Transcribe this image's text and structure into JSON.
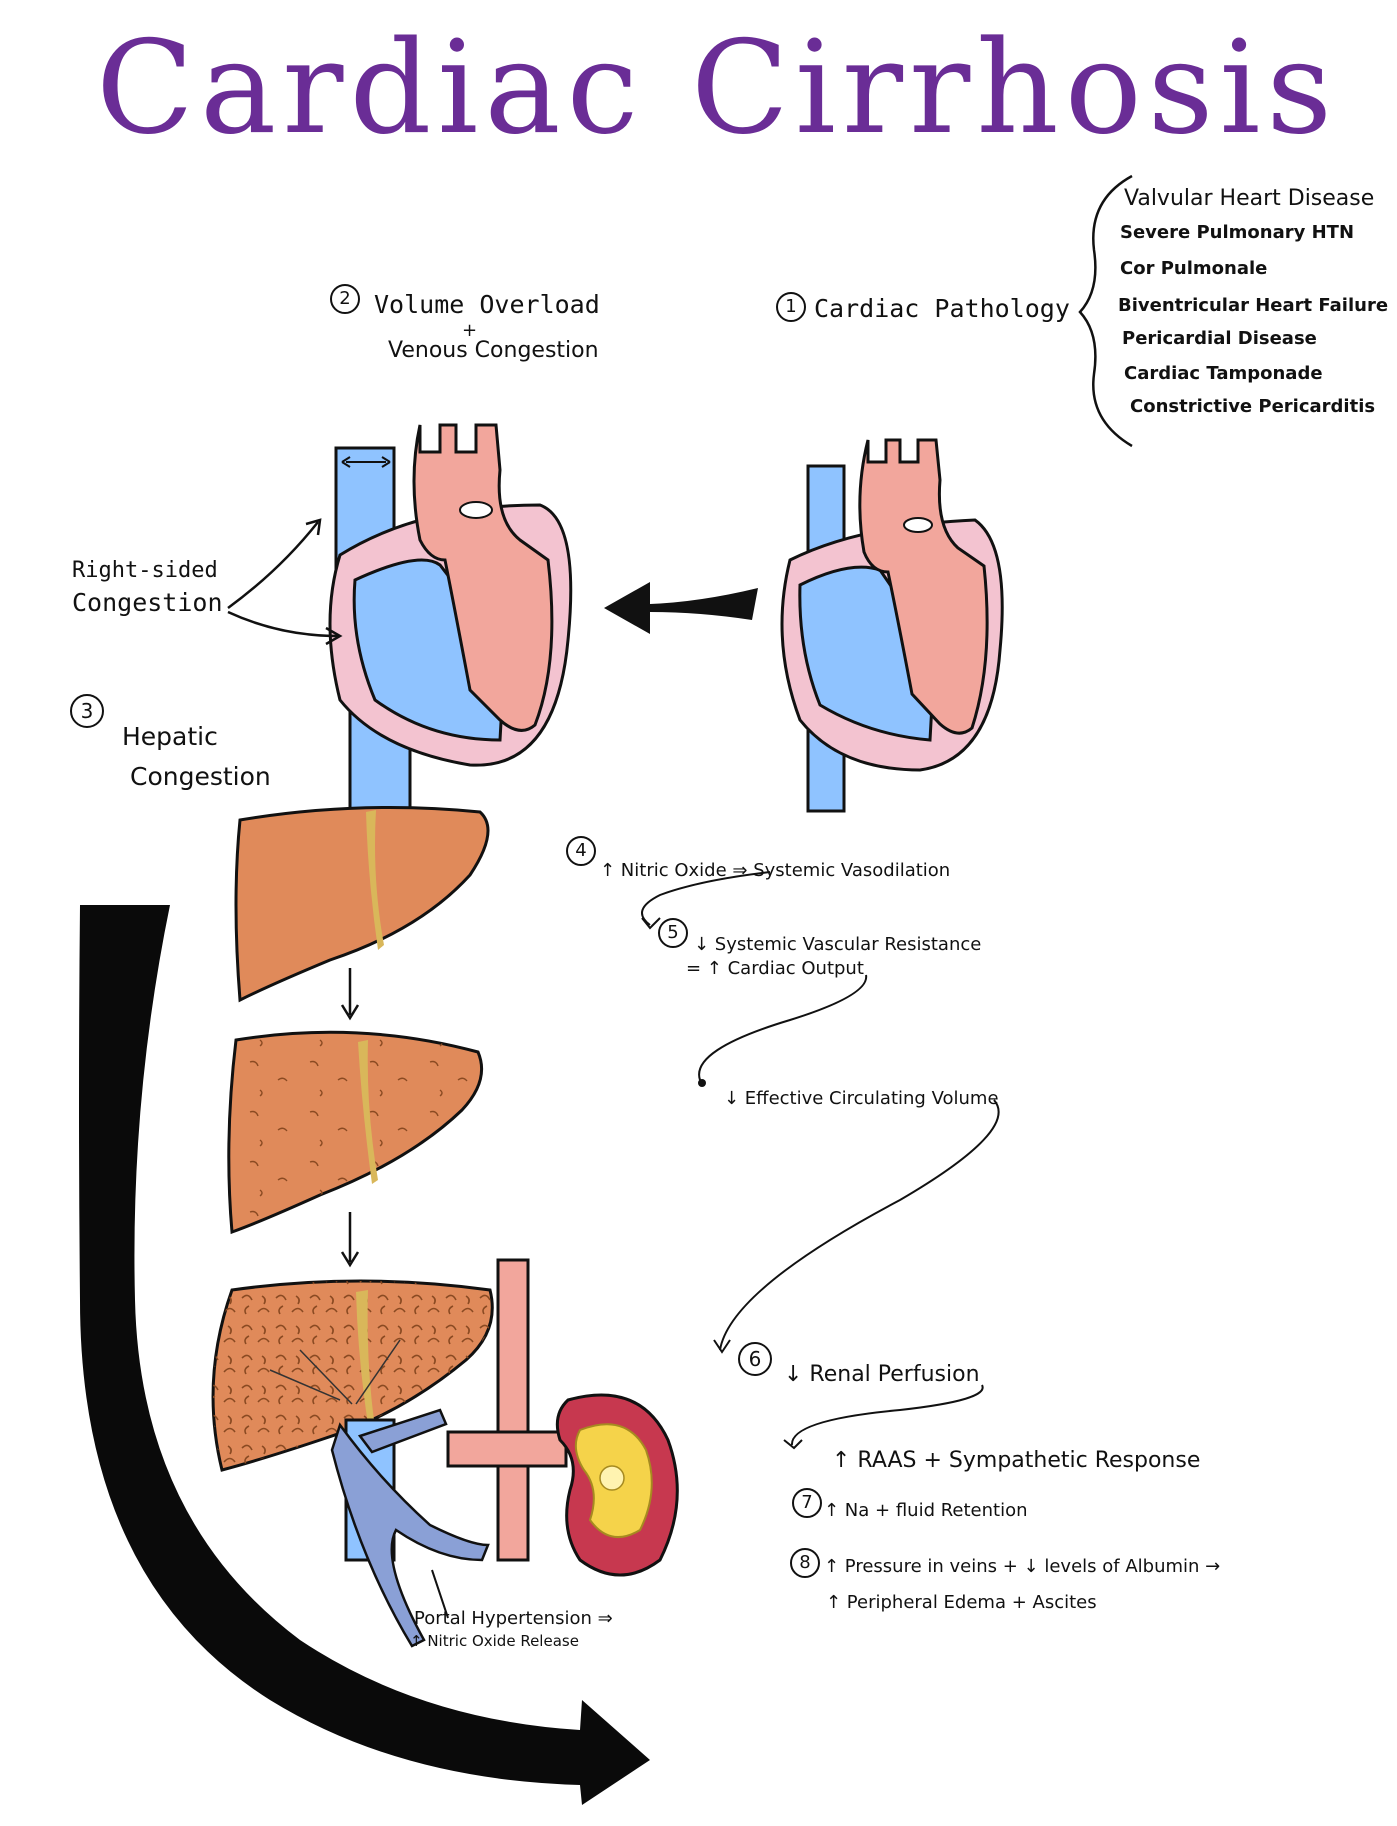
{
  "title": "Cardiac Cirrhosis",
  "causes": [
    "Valvular Heart Disease",
    "Severe Pulmonary HTN",
    "Cor Pulmonale",
    "Biventricular Heart Failure",
    "Pericardial Disease",
    "Cardiac Tamponade",
    "Constrictive Pericarditis"
  ],
  "step1": {
    "num": "1",
    "label": "Cardiac Pathology"
  },
  "step2": {
    "num": "2",
    "line1": "Volume Overload",
    "plus": "+",
    "line2": "Venous Congestion"
  },
  "right_sided": {
    "line1": "Right-sided",
    "line2": "Congestion"
  },
  "step3": {
    "num": "3",
    "line1": "Hepatic",
    "line2": "Congestion"
  },
  "step4": {
    "num": "4",
    "label": "↑ Nitric Oxide ⇒ Systemic Vasodilation"
  },
  "step5": {
    "num": "5",
    "line1": "↓ Systemic Vascular Resistance",
    "line2": "= ↑ Cardiac Output"
  },
  "effective": "↓ Effective Circulating Volume",
  "step6": {
    "num": "6",
    "label": "↓ Renal Perfusion"
  },
  "raas": "↑ RAAS + Sympathetic Response",
  "step7": {
    "num": "7",
    "label": "↑ Na + fluid Retention"
  },
  "step8": {
    "num": "8",
    "line1": "↑ Pressure in veins + ↓ levels of Albumin →",
    "line2": "↑ Peripheral Edema + Ascites"
  },
  "portal": {
    "line1": "Portal Hypertension ⇒",
    "line2": "↑ Nitric Oxide Release"
  },
  "colors": {
    "title": "#6a2d96",
    "vein": "#8fc3ff",
    "artery": "#f2a69c",
    "pericardium": "#f3c3d0",
    "liver": "#e08a5a",
    "bile": "#d9b75a",
    "portal_vein": "#8aa0d6",
    "kidney": "#c7384f",
    "medulla": "#f5d34a",
    "big_arrow": "#0a0a0a"
  }
}
